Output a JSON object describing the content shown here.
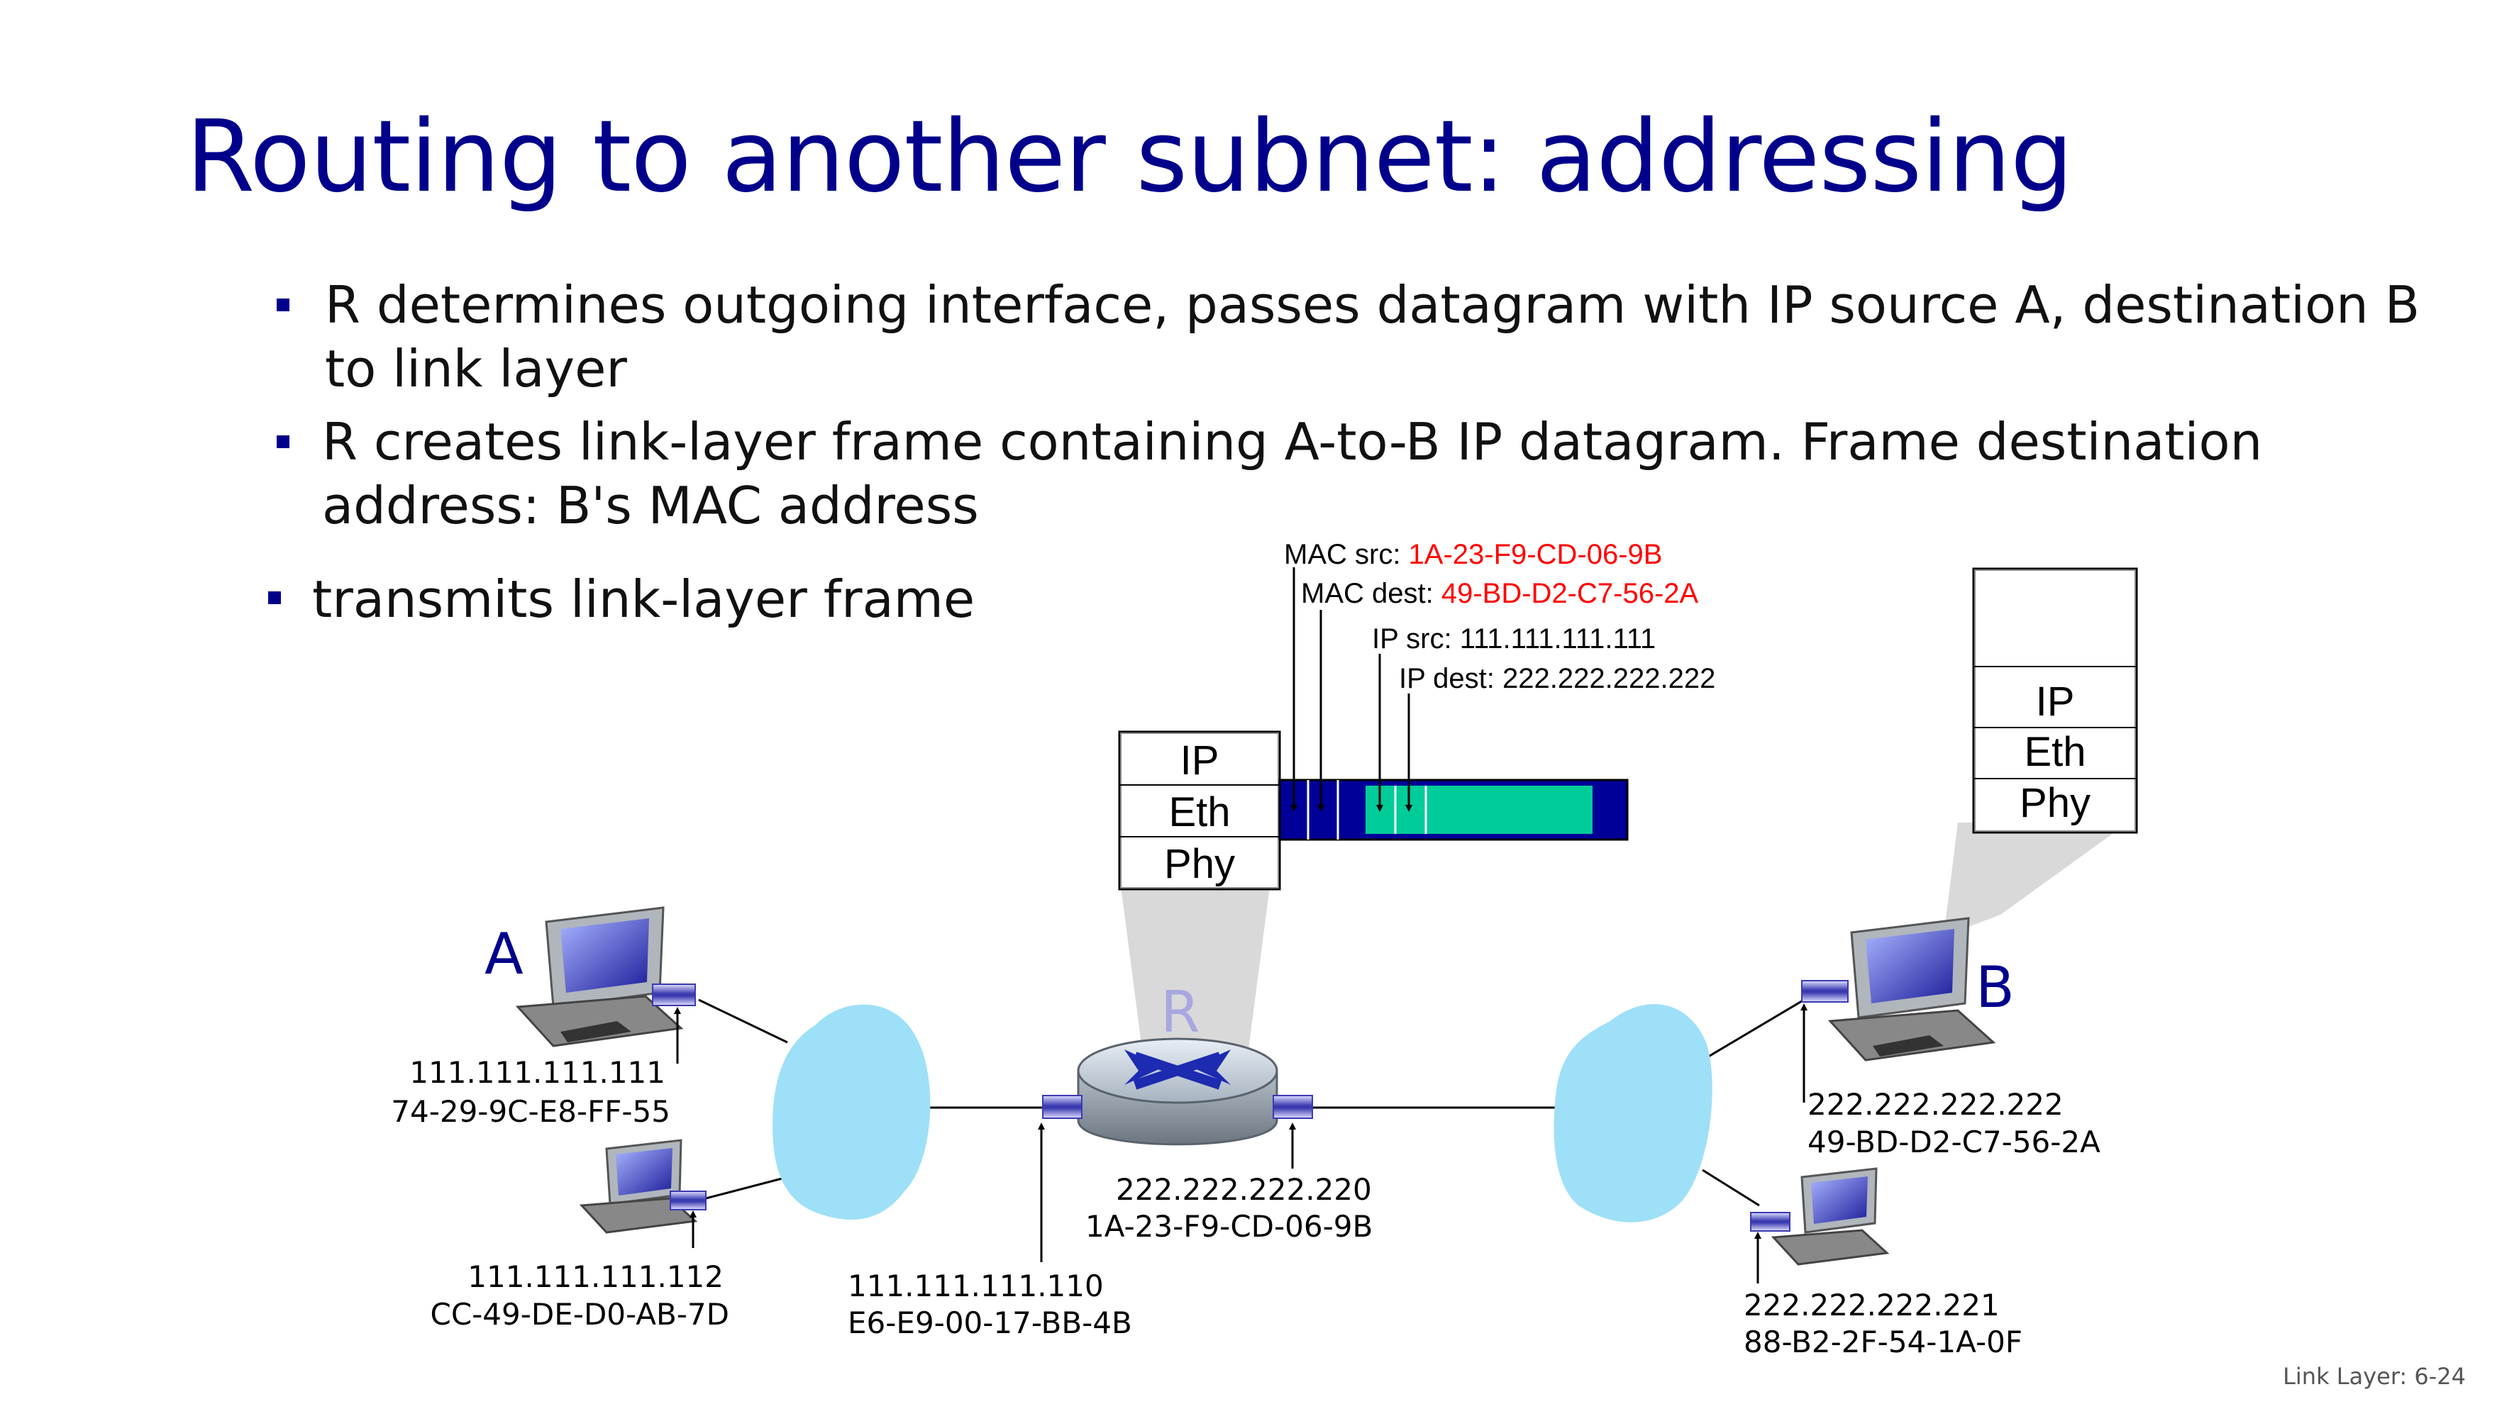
{
  "slide": {
    "title": "Routing to another subnet: addressing",
    "bullets": [
      {
        "line1": "R determines outgoing interface, passes datagram with IP source A, destination B",
        "line2": "to link layer"
      },
      {
        "line1": "R creates link-layer frame containing A-to-B IP datagram. Frame destination",
        "line2": "address: B's MAC address"
      },
      {
        "line1": "transmits link-layer frame"
      }
    ],
    "footer": "Link Layer: 6-24"
  },
  "frame": {
    "mac_src_label": "MAC src: ",
    "mac_src_value": "1A-23-F9-CD-06-9B",
    "mac_dest_label": "MAC dest: ",
    "mac_dest_value": "49-BD-D2-C7-56-2A",
    "ip_src": "IP src: 111.111.111.111",
    "ip_dest": "IP dest: 222.222.222.222",
    "highlight_color": "#ff0000",
    "frame_color": "#000099",
    "payload_color": "#00cc99"
  },
  "stacks": {
    "router": [
      "IP",
      "Eth",
      "Phy"
    ],
    "host_b": [
      "IP",
      "Eth",
      "Phy"
    ]
  },
  "nodes": {
    "A": {
      "label": "A",
      "ip": "111.111.111.111",
      "mac": "74-29-9C-E8-FF-55"
    },
    "A2": {
      "ip": "111.111.111.112",
      "mac": "CC-49-DE-D0-AB-7D"
    },
    "R": {
      "label": "R",
      "left_ip": "111.111.111.110",
      "left_mac": "E6-E9-00-17-BB-4B",
      "right_ip": "222.222.222.220",
      "right_mac": "1A-23-F9-CD-06-9B"
    },
    "B": {
      "label": "B",
      "ip": "222.222.222.222",
      "mac": "49-BD-D2-C7-56-2A"
    },
    "B2": {
      "ip": "222.222.222.221",
      "mac": "88-B2-2F-54-1A-0F"
    }
  },
  "colors": {
    "title": "#00008b",
    "node_label": "#00008b",
    "router_label": "#a8a8e0",
    "cloud": "#9ee0f7",
    "interface": "#3a3ab0"
  }
}
